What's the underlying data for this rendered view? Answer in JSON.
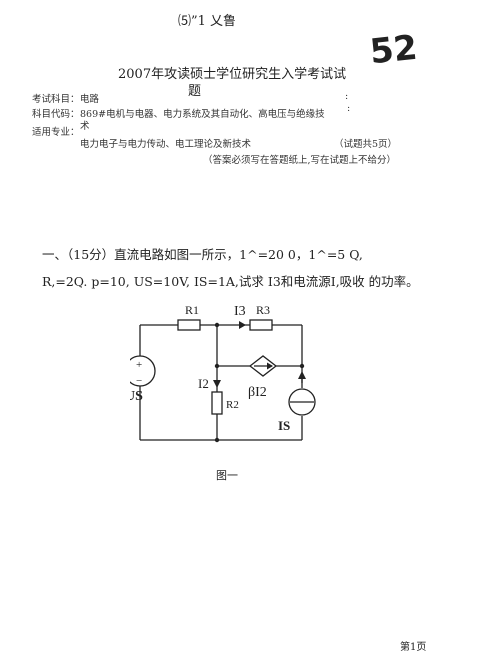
{
  "header": {
    "stamp": "⑸”1 乂鲁",
    "handwritten_number": "52"
  },
  "exam": {
    "title_line1": "2007年攻读硕士学位研究生入学考试试",
    "title_line2": "题",
    "subject_label": "考试科目：",
    "subject_value": "电路",
    "code_label": "科目代码：",
    "code_value": "869#电机与电器、电力系统及其自动化、高电压与绝缘技",
    "code_value_cont": "术",
    "major_label": "适用专业：",
    "major_value": "电力电子与电力传动、电工理论及新技术",
    "colon1": ":",
    "colon2": ":",
    "pages_note": "（试题共5页）",
    "answer_notice": "（答案必须写在答题纸上,写在试题上不给分）"
  },
  "question": {
    "line1": "一、（15分）直流电路如图一所示，1^=20 0，1^=5 Q,",
    "line2": "R,=2Q. p=10, US=10V, IS=1A,试求  I3和电流源I,吸收  的功率。"
  },
  "circuit": {
    "labels": {
      "r1": "R1",
      "r3": "R3",
      "r2": "R2",
      "i3": "I3",
      "i2": "I2",
      "beta_i2": "βI2",
      "us": "US",
      "is": "IS",
      "plus": "+",
      "minus": "−"
    }
  },
  "figure_caption": "图一",
  "footer": {
    "page_number": "第1页"
  }
}
